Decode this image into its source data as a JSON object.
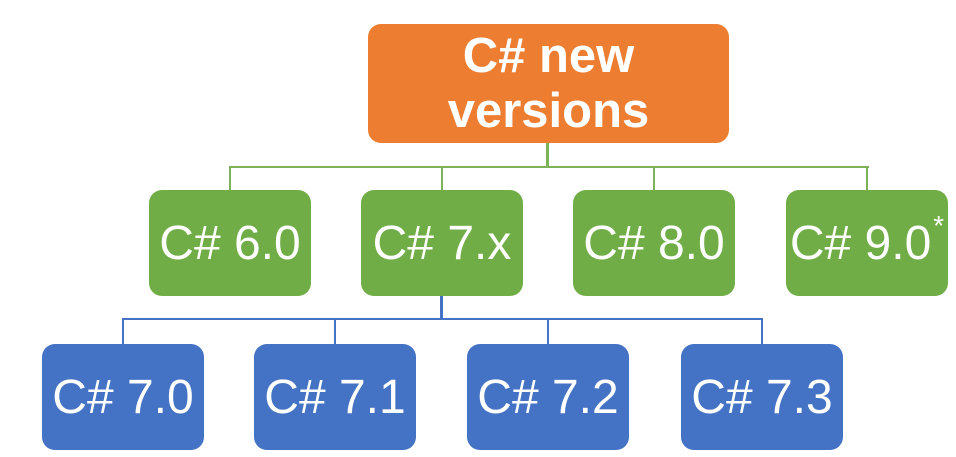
{
  "diagram": {
    "type": "hierarchy-tree",
    "background_color": "#FFFFFF",
    "text_color": "#FFFFFF",
    "root": {
      "label": "C# new versions",
      "color": "#ED7D31"
    },
    "level1_color": "#70AD47",
    "level1_connector_color": "#7CB356",
    "level1": [
      {
        "label": "C# 6.0"
      },
      {
        "label": "C# 7.x"
      },
      {
        "label": "C# 8.0"
      },
      {
        "label": "C# 9.0",
        "superscript": "*"
      }
    ],
    "level2_color": "#4472C4",
    "level2_connector_color": "#4472C4",
    "level2_parent": "C# 7.x",
    "level2": [
      {
        "label": "C# 7.0"
      },
      {
        "label": "C# 7.1"
      },
      {
        "label": "C# 7.2"
      },
      {
        "label": "C# 7.3"
      }
    ]
  }
}
